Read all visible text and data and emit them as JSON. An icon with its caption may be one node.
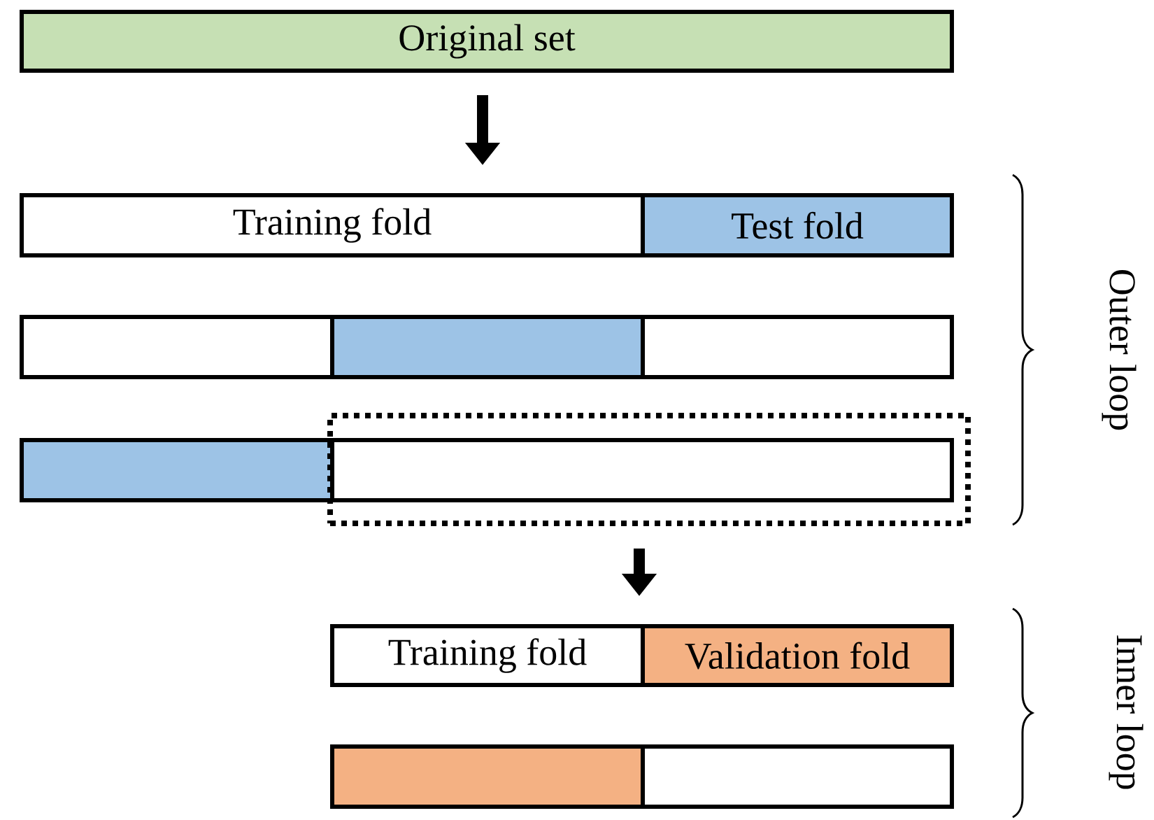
{
  "diagram": {
    "nodes": [
      {
        "text": [
          "Original set"
        ]
      },
      {
        "text": [
          "Training fold"
        ]
      },
      {
        "text": [
          "Test fold"
        ]
      },
      {
        "text": [],
        "shape": "box"
      },
      {
        "text": [],
        "shape": "box"
      },
      {
        "text": [],
        "shape": "box"
      },
      {
        "text": [],
        "shape": "box"
      },
      {
        "text": [],
        "shape": "box"
      },
      {
        "text": [],
        "shape": "box",
        "in": 7
      },
      {
        "text": [
          "Training fold"
        ]
      },
      {
        "text": [
          "Validation fold"
        ]
      },
      {
        "text": [],
        "shape": "box"
      },
      {
        "text": [],
        "shape": "box"
      }
    ],
    "edges": [
      {
        "from": 0,
        "to": 1,
        "arrow": "to"
      },
      {
        "from": 7,
        "to": 9,
        "arrow": "to"
      }
    ],
    "labels": [
      "Outer loop",
      "Inner loop"
    ]
  }
}
